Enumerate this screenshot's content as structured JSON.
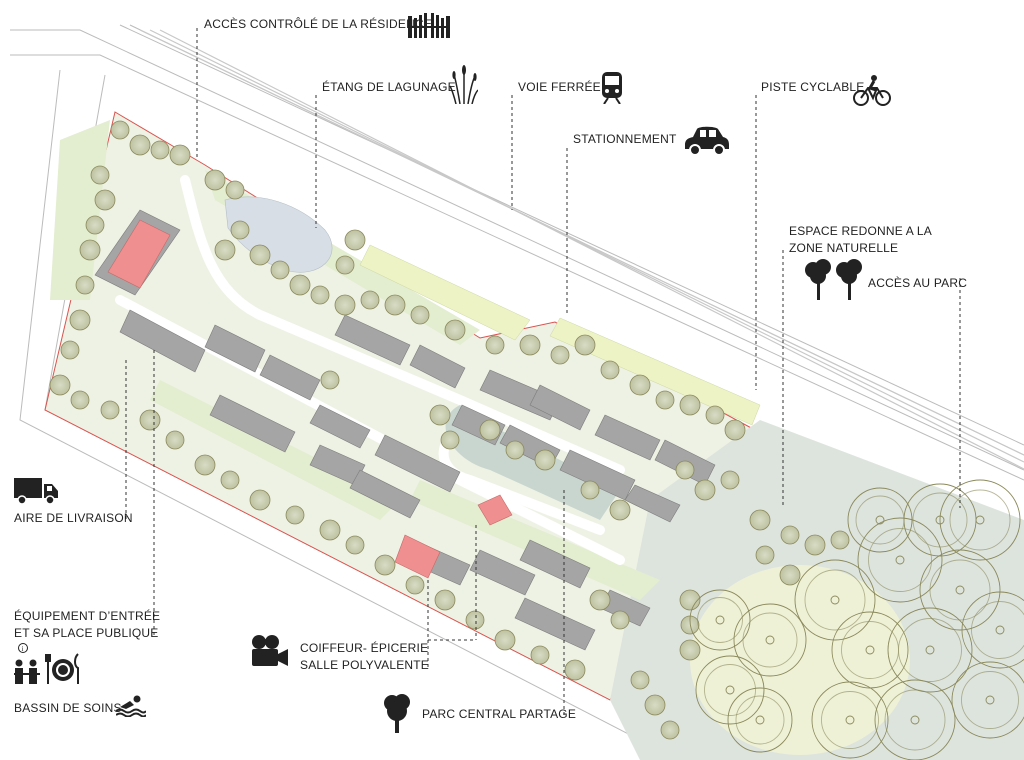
{
  "map": {
    "labels": {
      "acces_controle": "ACCÈS CONTRÔLÉ DE LA RÉSIDENCE",
      "etang": "ÉTANG DE LAGUNAGE",
      "voie_ferree": "VOIE FERRÉE",
      "piste_cyclable": "PISTE CYCLABLE",
      "stationnement": "STATIONNEMENT",
      "espace_naturel_1": "ESPACE REDONNE A LA",
      "espace_naturel_2": "ZONE NATURELLE",
      "acces_parc": "ACCÈS AU PARC",
      "aire_livraison": "AIRE DE LIVRAISON",
      "equipement_1": "ÉQUIPEMENT D’ENTRÉE",
      "equipement_2": "ET SA PLACE PUBLIQUE",
      "bassin": "BASSIN DE SOINS",
      "coiffeur": "COIFFEUR- ÉPICERIE",
      "salle": "SALLE POLYVALENTE",
      "parc_central": "PARC CENTRAL PARTAGE"
    },
    "colors": {
      "site_boundary": "#d9534f",
      "green_light": "#e6efd6",
      "green_path": "#dfeccf",
      "natural_zone": "#dbe3dc",
      "water": "#d7dee6",
      "building_gray": "#9a9a9a",
      "building_red": "#ef8f8f",
      "tree_outline": "#8b8a5c",
      "parking": "#eef3c6"
    },
    "icons": [
      "gate-icon",
      "reeds-icon",
      "train-icon",
      "bicycle-icon",
      "car-icon",
      "trees-icon",
      "truck-icon",
      "info-person-icon",
      "dining-icon",
      "swimmer-icon",
      "camera-icon",
      "tree-icon"
    ]
  }
}
